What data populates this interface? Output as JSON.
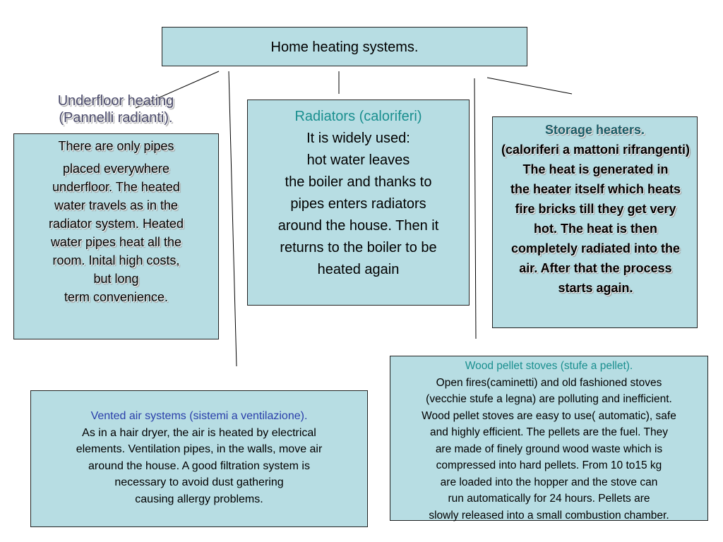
{
  "title": "Home heating systems.",
  "underfloor": {
    "heading_line1": "Underfloor heating",
    "heading_line2": "(Pannelli radianti).",
    "lines": [
      "There are only pipes",
      "placed everywhere",
      "underfloor. The heated",
      "water travels as in the",
      "radiator system. Heated",
      "water pipes heat all the",
      "room. Inital high costs,",
      "but long",
      "term convenience."
    ]
  },
  "radiators": {
    "title": "Radiators (caloriferi)",
    "lines": [
      "It is widely used:",
      "hot water leaves",
      "the boiler and thanks to",
      "pipes enters radiators",
      "around the house. Then it",
      "returns to the boiler to be",
      "heated again"
    ]
  },
  "storage": {
    "title": "Storage heaters.",
    "lines": [
      "(caloriferi a mattoni rifrangenti)",
      "The heat is generated in",
      "the heater itself which heats",
      "fire bricks till they get very",
      "hot. The heat is then",
      "completely radiated into the",
      "air. After that the process",
      "starts again."
    ]
  },
  "vented": {
    "title": "Vented air systems (sistemi a ventilazione).",
    "lines": [
      "As in a hair dryer, the air is heated by electrical",
      "elements. Ventilation pipes, in the walls, move air",
      "around the house. A good filtration system is",
      "necessary to avoid dust gathering",
      "causing allergy problems."
    ]
  },
  "pellet": {
    "title": "Wood pellet stoves (stufe a pellet).",
    "lines": [
      "Open fires(caminetti) and old fashioned stoves",
      "(vecchie stufe a legna) are polluting and inefficient.",
      "Wood pellet stoves are easy to use( automatic), safe",
      "and highly efficient. The pellets are the fuel. They",
      "are made of finely ground wood waste which is",
      "compressed into hard pellets. From 10 to15 kg",
      "are loaded into the hopper and the stove can",
      "run automatically for 24 hours. Pellets are",
      "slowly released into a small combustion chamber."
    ]
  }
}
